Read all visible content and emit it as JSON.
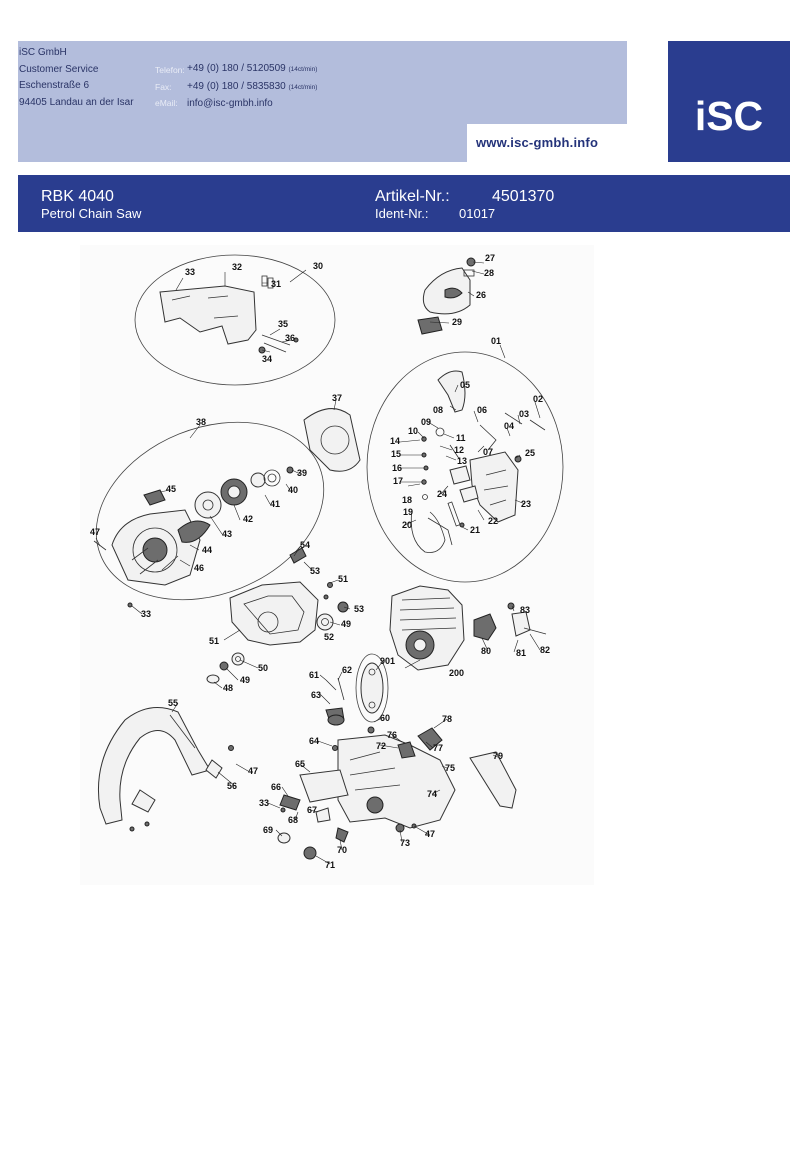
{
  "header": {
    "company": "iSC GmbH",
    "department": "Customer Service",
    "street": "Eschenstraße 6",
    "city": "94405 Landau an der Isar",
    "phone_label": "Telefon:",
    "phone_value": "+49 (0) 180 / 5120509",
    "phone_tariff": "(14ct/min)",
    "fax_label": "Fax:",
    "fax_value": "+49 (0) 180 / 5835830",
    "fax_tariff": "(14ct/min)",
    "email_label": "eMail:",
    "email_value": "info@isc-gmbh.info",
    "website": "www.isc-gmbh.info",
    "logo_text": "iSC"
  },
  "product": {
    "model": "RBK 4040",
    "name": "Petrol Chain Saw",
    "article_label": "Artikel-Nr.:",
    "article_number": "4501370",
    "ident_label": "Ident-Nr.:",
    "ident_number": "01017"
  },
  "diagram": {
    "part_numbers": [
      "33",
      "32",
      "31",
      "30",
      "35",
      "36",
      "34",
      "27",
      "28",
      "26",
      "29",
      "01",
      "05",
      "08",
      "06",
      "02",
      "09",
      "03",
      "10",
      "04",
      "11",
      "14",
      "12",
      "07",
      "25",
      "15",
      "13",
      "16",
      "17",
      "18",
      "24",
      "23",
      "19",
      "22",
      "20",
      "21",
      "37",
      "38",
      "39",
      "40",
      "41",
      "42",
      "43",
      "45",
      "44",
      "46",
      "47",
      "54",
      "53",
      "33",
      "51",
      "53",
      "49",
      "52",
      "51",
      "50",
      "49",
      "48",
      "33",
      "83",
      "80",
      "81",
      "82",
      "901",
      "200",
      "62",
      "61",
      "63",
      "60",
      "78",
      "55",
      "72",
      "76",
      "77",
      "79",
      "64",
      "75",
      "65",
      "74",
      "47",
      "56",
      "66",
      "33",
      "67",
      "68",
      "69",
      "73",
      "47",
      "70",
      "71"
    ]
  }
}
